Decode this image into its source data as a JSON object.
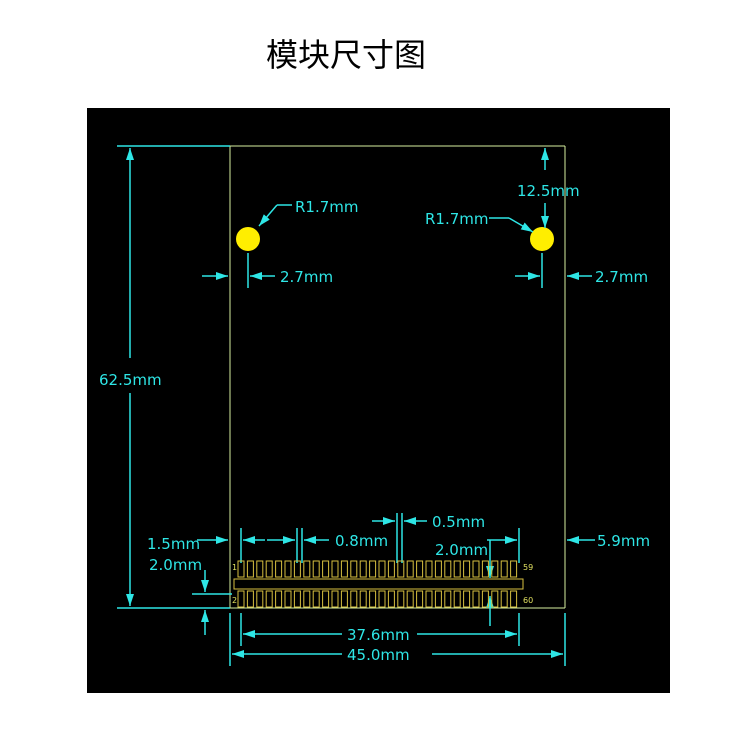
{
  "title": "模块尺寸图",
  "colors": {
    "background": "#000000",
    "dimension": "#2ee6e6",
    "outline": "#d8f0a0",
    "mounting_hole": "#ffee00",
    "connector": "#d8c040"
  },
  "labels": {
    "hole_left_radius": "R1.7mm",
    "hole_right_radius": "R1.7mm",
    "hole_right_offset_top": "12.5mm",
    "hole_left_offset": "2.7mm",
    "hole_right_offset": "2.7mm",
    "height": "62.5mm",
    "conn_left_margin": "1.5mm",
    "pin_width": "0.8mm",
    "pin_gap": "0.5mm",
    "conn_right_margin": "5.9mm",
    "row_spacing": "2.0mm",
    "bottom_margin": "2.0mm",
    "conn_length": "37.6mm",
    "width": "45.0mm"
  },
  "connector": {
    "pin_1": "1",
    "pin_2": "2",
    "pin_59": "59",
    "pin_60": "60",
    "pins_per_row": 30
  }
}
